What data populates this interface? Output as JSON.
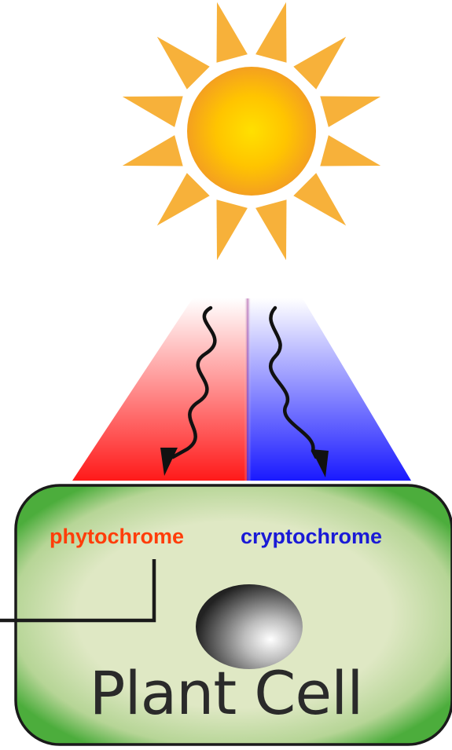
{
  "labels": {
    "phytochrome": "phytochrome",
    "cryptochrome": "cryptochrome",
    "cell": "Plant Cell"
  },
  "colors": {
    "phytochrome_label": "#ff3d0a",
    "cryptochrome_label": "#1a1ad6",
    "red_light": "#ff1a1a",
    "blue_light": "#1a1aff",
    "sun_core": "#ffe000",
    "sun_edge": "#f4a020",
    "sun_rays": "#f7b13a",
    "cell_fill": "#dfe8c4",
    "cell_edge": "#4cad3c",
    "cell_border": "#1a1a1a",
    "connector_line": "#1a1a1a"
  },
  "icons": {
    "sun": "sun-icon",
    "nucleus": "nucleus-icon",
    "arrow": "wavy-arrow-down-icon"
  }
}
